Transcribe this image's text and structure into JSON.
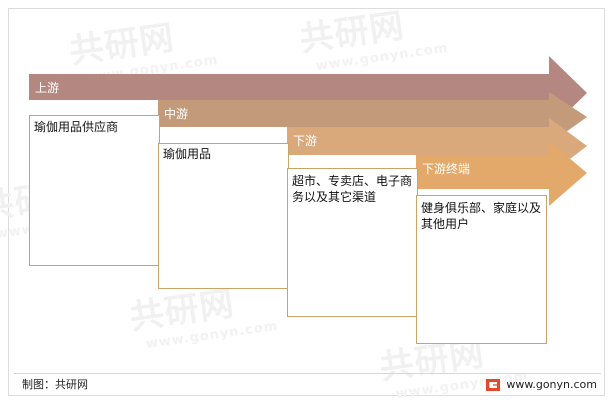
{
  "diagram": {
    "stages": [
      {
        "label": "上游",
        "content": "瑜伽用品供应商"
      },
      {
        "label": "中游",
        "content": "瑜伽用品"
      },
      {
        "label": "下游",
        "content": "超市、专卖店、电子商务以及其它渠道"
      },
      {
        "label": "下游终端",
        "content": "健身俱乐部、家庭以及其他用户"
      }
    ],
    "colors": {
      "arrow_1": "#b48880",
      "arrow_2": "#c49b7a",
      "arrow_3": "#d9a97c",
      "arrow_4": "#e3a96a",
      "box_border": "#c9a46a"
    }
  },
  "footer": {
    "credit": "制图：共研网",
    "website": "www.gonyn.com"
  },
  "watermark": {
    "text": "共研网",
    "url": "www.gonyn.com"
  }
}
